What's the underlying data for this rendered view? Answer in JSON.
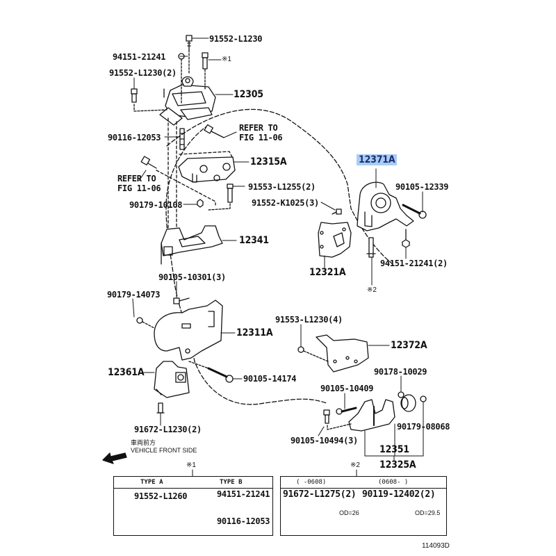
{
  "diagram": {
    "highlight_color": "#a9cdf4",
    "figure_id": "114093D",
    "parts": {
      "p_91552_L1230": "91552-L1230",
      "p_94151_21241_top": "94151-21241",
      "p_note1_top": "※1",
      "p_91552_L1230_2": "91552-L1230(2)",
      "p_12305": "12305",
      "p_90116_12053": "90116-12053",
      "p_refer_fig_a_1": "REFER TO",
      "p_refer_fig_a_2": "FIG 11-06",
      "p_12315A": "12315A",
      "p_refer_fig_b_1": "REFER TO",
      "p_refer_fig_b_2": "FIG 11-06",
      "p_91553_L1255_2": "91553-L1255(2)",
      "p_90179_10108": "90179-10108",
      "p_91552_K1025_3": "91552-K1025(3)",
      "p_12371A": "12371A",
      "p_90105_12339": "90105-12339",
      "p_12341": "12341",
      "p_12321A": "12321A",
      "p_94151_21241_2": "94151-21241(2)",
      "p_note2_mid": "※2",
      "p_90105_10301_3": "90105-10301(3)",
      "p_90179_14073": "90179-14073",
      "p_91553_L1230_4": "91553-L1230(4)",
      "p_12311A": "12311A",
      "p_12372A": "12372A",
      "p_12361A": "12361A",
      "p_90105_14174": "90105-14174",
      "p_90178_10029": "90178-10029",
      "p_90105_10409": "90105-10409",
      "p_91672_L1230_2": "91672-L1230(2)",
      "p_90179_08068": "90179-08068",
      "p_90105_10494_3": "90105-10494(3)",
      "p_12351": "12351",
      "p_12325A": "12325A"
    },
    "direction": {
      "jp": "車両前方",
      "en": "VEHICLE FRONT SIDE"
    },
    "table1": {
      "note": "※1",
      "col_a_header": "TYPE A",
      "col_b_header": "TYPE B",
      "col_a_part": "91552-L1260",
      "col_b_part1": "94151-21241",
      "col_b_part2": "90116-12053"
    },
    "table2": {
      "note": "※2",
      "col_a_header": "(    -0608)",
      "col_b_header": "(0608-    )",
      "col_a_part": "91672-L1275(2)",
      "col_b_part": "90119-12402(2)",
      "col_a_dim": "OD=26",
      "col_b_dim": "OD=29.5"
    }
  }
}
